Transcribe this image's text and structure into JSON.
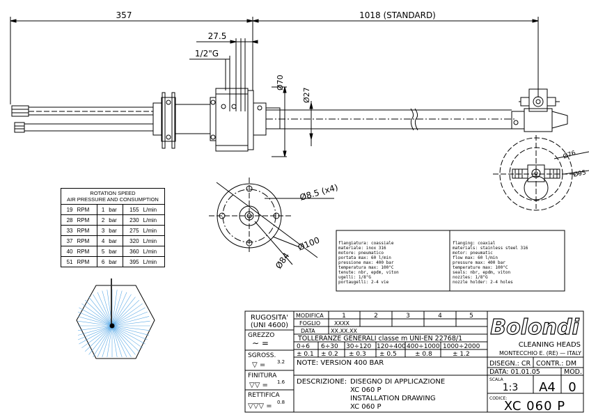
{
  "dimensions": {
    "overall_left": "357",
    "overall_right": "1018 (STANDARD)",
    "fitting_len": "27.5",
    "thread": "1/2\"G",
    "flange_dia": "Ø70",
    "tube_dia": "Ø27",
    "holes": "Ø8.5 (x4)",
    "flange_outer": "Ø100",
    "bolt_circle": "Ø84",
    "head_dia_small": "Ø76",
    "head_dia_large": "Ø95"
  },
  "rotation_table": {
    "title_line1": "ROTATION SPEED",
    "title_line2": "AIR PRESSURE AND CONSUMPTION",
    "rows": [
      {
        "rpm": "19",
        "rpm_unit": "RPM",
        "bar": "1",
        "bar_unit": "bar",
        "flow": "155",
        "flow_unit": "L/min"
      },
      {
        "rpm": "28",
        "rpm_unit": "RPM",
        "bar": "2",
        "bar_unit": "bar",
        "flow": "230",
        "flow_unit": "L/min"
      },
      {
        "rpm": "33",
        "rpm_unit": "RPM",
        "bar": "3",
        "bar_unit": "bar",
        "flow": "275",
        "flow_unit": "L/min"
      },
      {
        "rpm": "37",
        "rpm_unit": "RPM",
        "bar": "4",
        "bar_unit": "bar",
        "flow": "320",
        "flow_unit": "L/min"
      },
      {
        "rpm": "40",
        "rpm_unit": "RPM",
        "bar": "5",
        "bar_unit": "bar",
        "flow": "360",
        "flow_unit": "L/min"
      },
      {
        "rpm": "51",
        "rpm_unit": "RPM",
        "bar": "6",
        "bar_unit": "bar",
        "flow": "395",
        "flow_unit": "L/min"
      }
    ]
  },
  "notes_it": "flangiatura: coassiale\nmateriale: inox 316\nmotore: pneumatico\nportata max: 60 l/min\npressione max: 400 bar\ntemperatura max: 100°C\ntenute: nbr, epdm, viton\nugelli: 1/8\"G\nportaugelli: 2-4 vie",
  "notes_en": "flanging: coaxial\nmaterials: stainless steel 316\nmotor: pneumatic\nflow max: 60 l/min\npressure max: 400 bar\ntemperature max: 100°C\nseals: nbr, epdm, viton\nnozzles: 1/8\"G\nnozzle holder: 2-4 holes",
  "title_block": {
    "rugosita": "RUGOSITA'",
    "uni": "(UNI 4600)",
    "grezzo": "GREZZO",
    "sgross": "SGROSS.",
    "sgross_val": "3.2",
    "finitura": "FINITURA",
    "finitura_val": "1.6",
    "rettifica": "RETTIFICA",
    "rettifica_val": "0.8",
    "modifica": "MODIFICA",
    "foglio": "FOGLIO",
    "data": "DATA",
    "revisions": [
      "1",
      "2",
      "3",
      "4",
      "5"
    ],
    "foglio_val": "XXXX",
    "data_val": "XX.XX.XX",
    "tolerance_title": "TOLLERANZE GENERALI classe m UNI-EN 22768/1",
    "tol_ranges": [
      "0÷6",
      "6÷30",
      "30÷120",
      "120÷400",
      "400÷1000",
      "1000÷2000"
    ],
    "tol_values": [
      "± 0.1",
      "± 0.2",
      "± 0.3",
      "± 0.5",
      "± 0.8",
      "± 1.2"
    ],
    "note": "NOTE:  VERSION 400 BAR",
    "descr_label": "DESCRIZIONE:",
    "descr_lines": [
      "DISEGNO DI APPLICAZIONE",
      "XC 060 P",
      "INSTALLATION DRAWING",
      "XC 060 P"
    ],
    "logo": "Bolondi",
    "subtitle": "CLEANING HEADS",
    "location": "MONTECCHIO E. (RE) — ITALY",
    "disegn": "DISEGN.: CR",
    "contr": "CONTR.: DM",
    "date": "DATA:  01.01.05",
    "mod": "MOD.",
    "scala": "SCALA",
    "scale_val": "1:3",
    "format": "A4",
    "mod_val": "0",
    "codice": "CODICE:",
    "code": "XC  060  P"
  }
}
